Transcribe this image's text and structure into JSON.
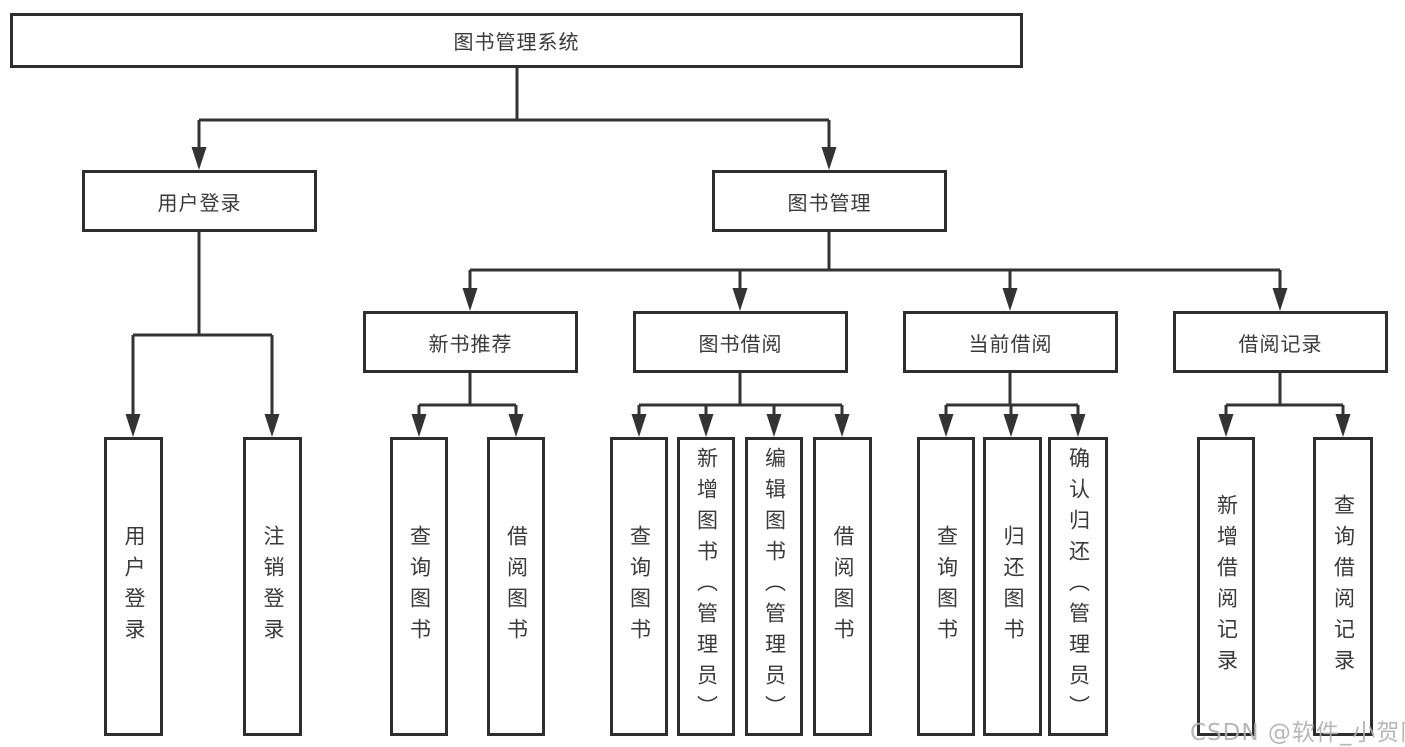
{
  "diagram_type": "hierarchy-tree",
  "watermark": "CSDN @软件_小贺同学",
  "colors": {
    "line": "#333333",
    "box_border": "#2e2e2e",
    "text": "#3a3a3a",
    "watermark": "#b0b0b0",
    "background": "#ffffff"
  },
  "tree": {
    "label": "图书管理系统",
    "children": [
      {
        "label": "用户登录",
        "children": [
          {
            "label": "用户登录"
          },
          {
            "label": "注销登录"
          }
        ]
      },
      {
        "label": "图书管理",
        "children": [
          {
            "label": "新书推荐",
            "children": [
              {
                "label": "查询图书"
              },
              {
                "label": "借阅图书"
              }
            ]
          },
          {
            "label": "图书借阅",
            "children": [
              {
                "label": "查询图书"
              },
              {
                "label": "新增图书（管理员）"
              },
              {
                "label": "编辑图书（管理员）"
              },
              {
                "label": "借阅图书"
              }
            ]
          },
          {
            "label": "当前借阅",
            "children": [
              {
                "label": "查询图书"
              },
              {
                "label": "归还图书"
              },
              {
                "label": "确认归还（管理员）"
              }
            ]
          },
          {
            "label": "借阅记录",
            "children": [
              {
                "label": "新增借阅记录"
              },
              {
                "label": "查询借阅记录"
              }
            ]
          }
        ]
      }
    ]
  }
}
